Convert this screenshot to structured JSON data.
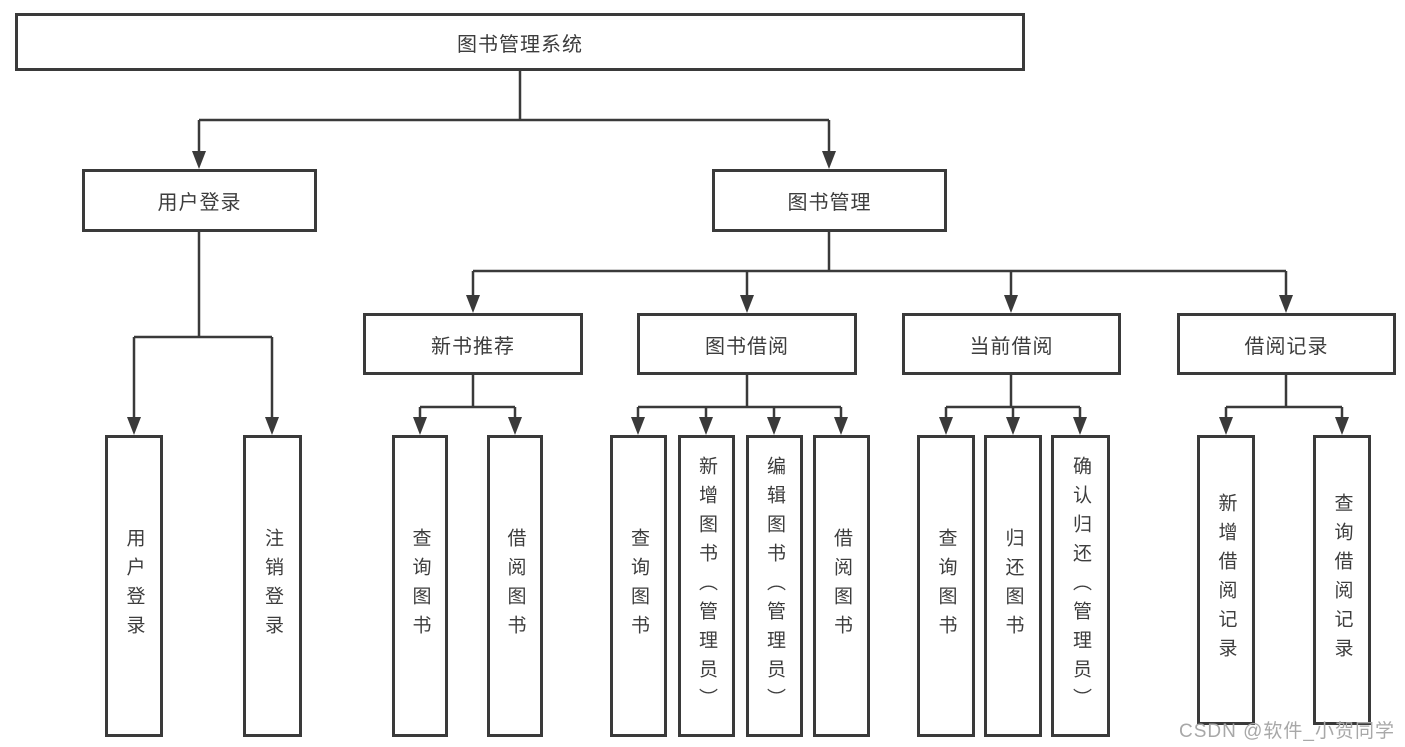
{
  "diagram_title": "图书管理系统",
  "nodes": {
    "root": {
      "label": "图书管理系统"
    },
    "user_login": {
      "label": "用户登录"
    },
    "book_mgmt": {
      "label": "图书管理"
    },
    "new_book_rec": {
      "label": "新书推荐"
    },
    "book_borrow": {
      "label": "图书借阅"
    },
    "current_borrow": {
      "label": "当前借阅"
    },
    "borrow_record": {
      "label": "借阅记录"
    },
    "leaf_user_login": {
      "label": "用户登录"
    },
    "leaf_logout": {
      "label": "注销登录"
    },
    "leaf_query_book_nbr": {
      "label": "查询图书"
    },
    "leaf_borrow_book_nbr": {
      "label": "借阅图书"
    },
    "leaf_query_book_bb": {
      "label": "查询图书"
    },
    "leaf_add_book": {
      "label": "新增图书（管理员）"
    },
    "leaf_edit_book": {
      "label": "编辑图书（管理员）"
    },
    "leaf_borrow_book_bb": {
      "label": "借阅图书"
    },
    "leaf_query_book_cb": {
      "label": "查询图书"
    },
    "leaf_return_book": {
      "label": "归还图书"
    },
    "leaf_confirm_return": {
      "label": "确认归还（管理员）"
    },
    "leaf_add_record": {
      "label": "新增借阅记录"
    },
    "leaf_query_record": {
      "label": "查询借阅记录"
    }
  },
  "hierarchy": {
    "图书管理系统": {
      "用户登录": [
        "用户登录",
        "注销登录"
      ],
      "图书管理": {
        "新书推荐": [
          "查询图书",
          "借阅图书"
        ],
        "图书借阅": [
          "查询图书",
          "新增图书（管理员）",
          "编辑图书（管理员）",
          "借阅图书"
        ],
        "当前借阅": [
          "查询图书",
          "归还图书",
          "确认归还（管理员）"
        ],
        "借阅记录": [
          "新增借阅记录",
          "查询借阅记录"
        ]
      }
    }
  },
  "watermark": "CSDN @软件_小贺同学",
  "colors": {
    "line": "#3a3a3a",
    "box_border": "#3a3a3a",
    "text": "#3d3d3d",
    "watermark": "#a8a8a8",
    "background": "#ffffff"
  }
}
